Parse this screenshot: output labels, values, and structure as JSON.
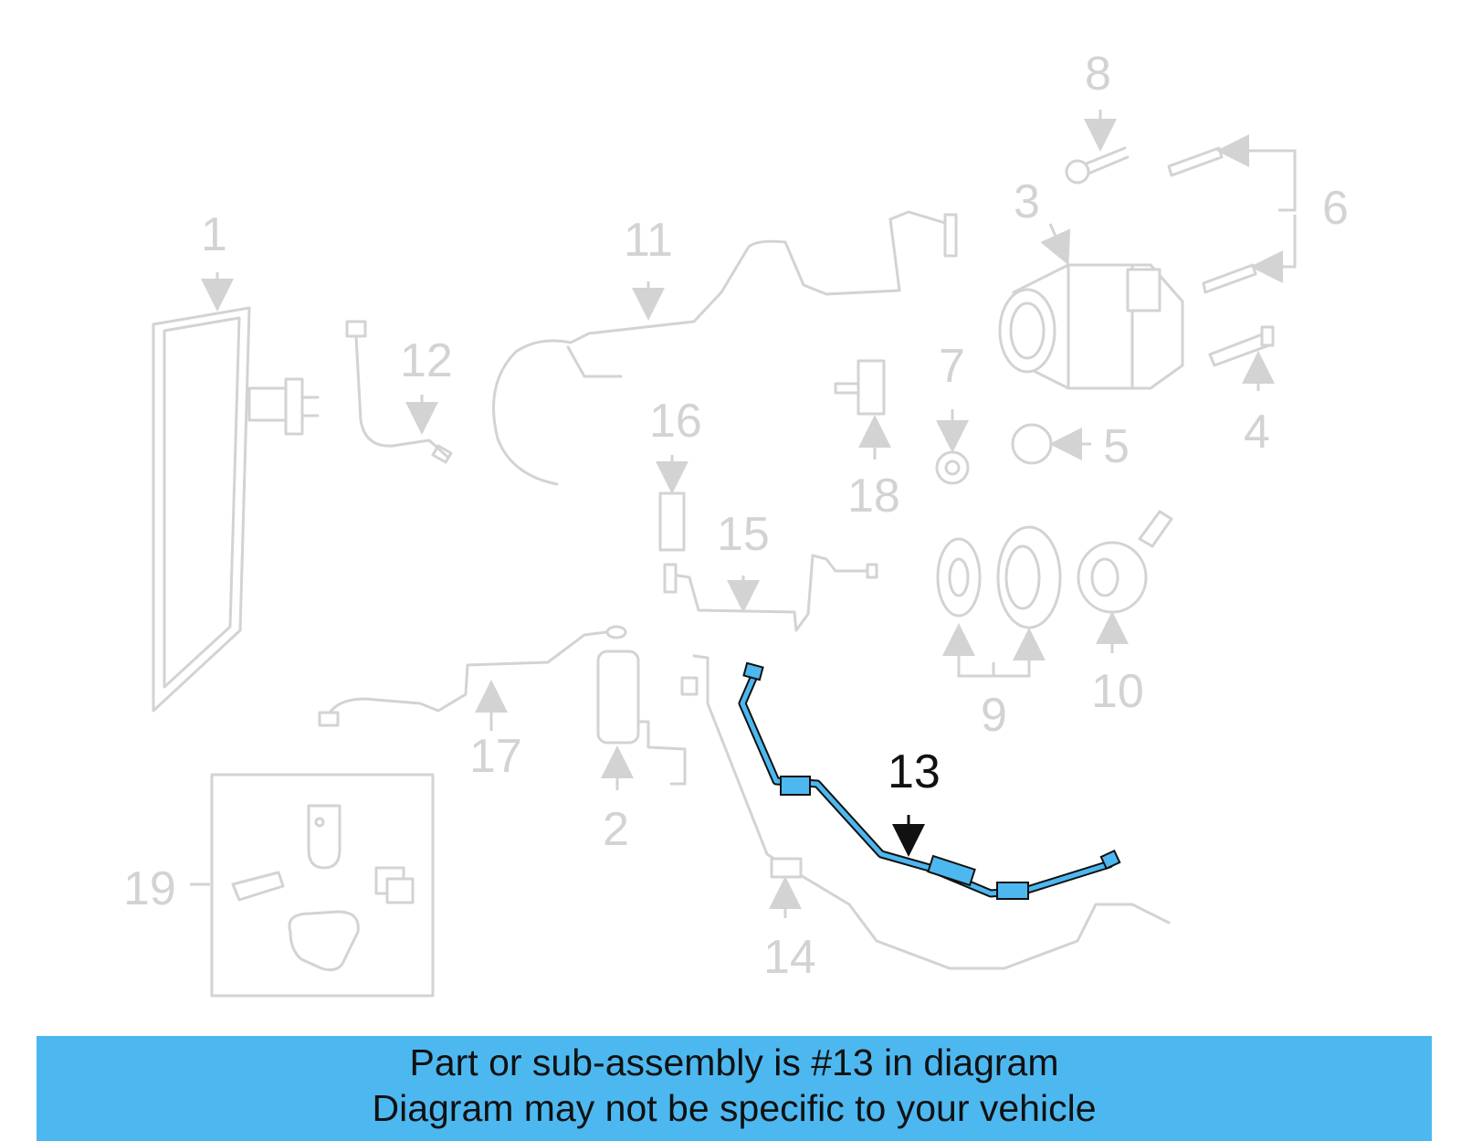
{
  "diagram": {
    "highlight_color": "#4db8f0",
    "ghost_color": "#d3d3d3",
    "callouts": {
      "c1": "1",
      "c2": "2",
      "c3": "3",
      "c4": "4",
      "c5": "5",
      "c6": "6",
      "c7": "7",
      "c8": "8",
      "c9": "9",
      "c10": "10",
      "c11": "11",
      "c12": "12",
      "c13": "13",
      "c14": "14",
      "c15": "15",
      "c16": "16",
      "c17": "17",
      "c18": "18",
      "c19": "19"
    },
    "highlighted_part": "13"
  },
  "banner": {
    "line1": "Part or sub-assembly is #13 in diagram",
    "line2": "Diagram may not be specific to your vehicle",
    "background": "#4db8f0"
  }
}
